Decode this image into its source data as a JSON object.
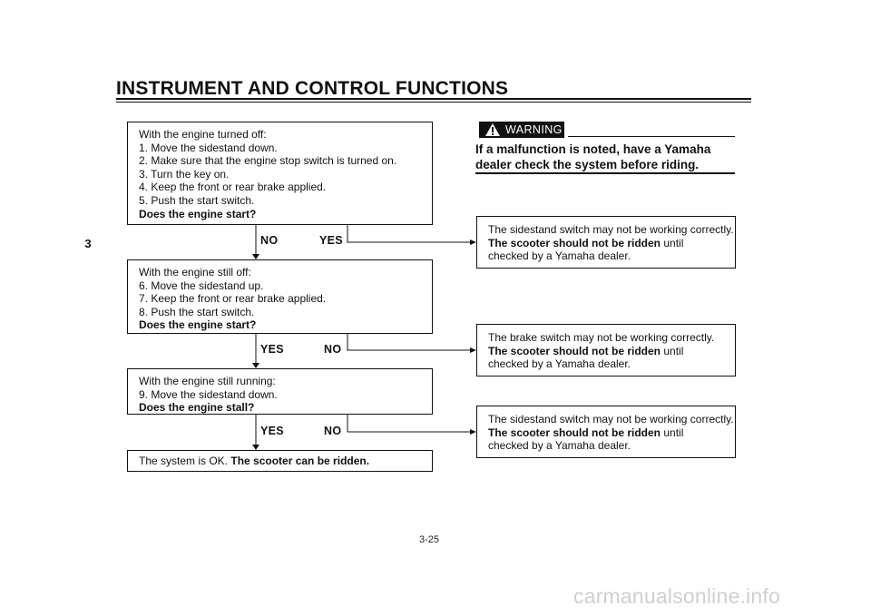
{
  "header": {
    "title": "INSTRUMENT AND CONTROL FUNCTIONS"
  },
  "chapter_tab": "3",
  "warning": {
    "label": "WARNING",
    "text_line1": "If a malfunction is noted, have a Yamaha",
    "text_line2": "dealer check the system before riding."
  },
  "flow": {
    "step1": {
      "lines": [
        "With the engine turned off:",
        "1. Move the sidestand down.",
        "2. Make sure that the engine stop switch is turned on.",
        "3. Turn the key on.",
        "4. Keep the front or rear brake applied.",
        "5. Push the start switch."
      ],
      "question": "Does the engine start?",
      "down_label": "NO",
      "right_label": "YES"
    },
    "step2": {
      "lines": [
        "With the engine still off:",
        "6. Move the sidestand up.",
        "7. Keep the front or rear brake applied.",
        "8. Push the start switch."
      ],
      "question": "Does the engine start?",
      "down_label": "YES",
      "right_label": "NO"
    },
    "step3": {
      "lines": [
        "With the engine still running:",
        "9. Move the sidestand down."
      ],
      "question": "Does the engine stall?",
      "down_label": "YES",
      "right_label": "NO"
    },
    "final": {
      "text": "The system is OK. ",
      "bold": "The scooter can be ridden."
    },
    "result1": {
      "line1": "The sidestand switch may not be working correctly.",
      "bold": "The scooter should not be ridden",
      "after_bold": " until",
      "line3": "checked by a Yamaha dealer."
    },
    "result2": {
      "line1": "The brake switch may not be working correctly.",
      "bold": "The scooter should not be ridden",
      "after_bold": " until",
      "line3": "checked by a Yamaha dealer."
    },
    "result3": {
      "line1": "The sidestand switch may not be working correctly.",
      "bold": "The scooter should not be ridden",
      "after_bold": " until",
      "line3": "checked by a Yamaha dealer."
    }
  },
  "page_number": "3-25",
  "watermark": "carmanualsonline.info"
}
